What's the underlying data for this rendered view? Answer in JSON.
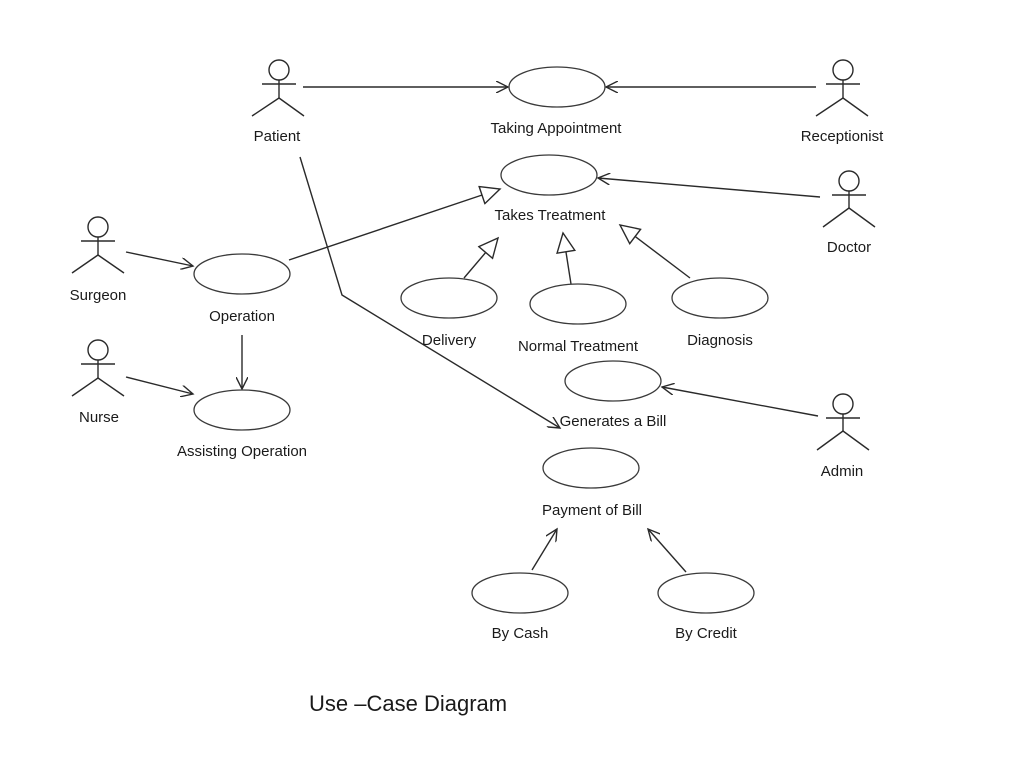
{
  "actors": {
    "patient": "Patient",
    "receptionist": "Receptionist",
    "doctor": "Doctor",
    "surgeon": "Surgeon",
    "nurse": "Nurse",
    "admin": "Admin"
  },
  "use_cases": {
    "taking_appointment": "Taking Appointment",
    "takes_treatment": "Takes Treatment",
    "operation": "Operation",
    "assisting_operation": "Assisting Operation",
    "delivery": "Delivery",
    "normal_treatment": "Normal Treatment",
    "diagnosis": "Diagnosis",
    "generates_bill": "Generates a Bill",
    "payment_of_bill": "Payment of Bill",
    "by_cash": "By Cash",
    "by_credit": "By Credit"
  },
  "caption": "Use –Case Diagram"
}
